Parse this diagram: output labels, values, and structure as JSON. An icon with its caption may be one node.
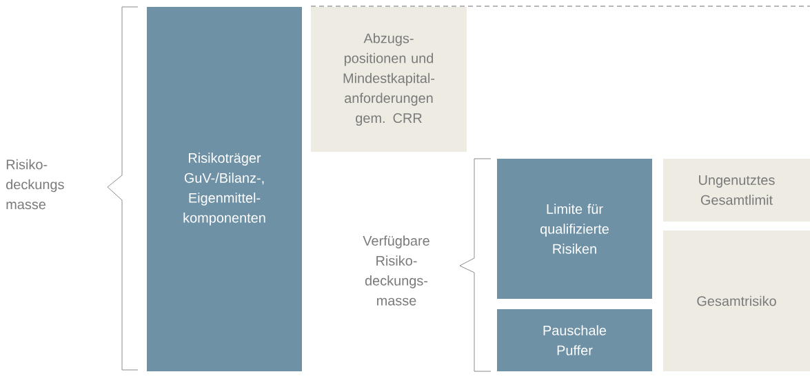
{
  "diagram": {
    "nodes": [
      {
        "text": [
          "Risikoträger GuV-/Bilanz-, Eigenmittel- komponenten"
        ]
      },
      {
        "text": [
          "Abzugs- positionen und Mindestkapital- anforderungen gem. CRR"
        ]
      },
      {
        "text": [
          "Limite für qualifizierte Risiken"
        ]
      },
      {
        "text": [
          "Pauschale Puffer"
        ]
      },
      {
        "text": [
          "Ungenutztes Gesamtlimit"
        ]
      },
      {
        "text": [
          "Gesamtrisiko"
        ]
      }
    ],
    "labels": [
      "Risiko- deckungs masse",
      "Verfügbare Risiko- deckungs- masse"
    ]
  }
}
